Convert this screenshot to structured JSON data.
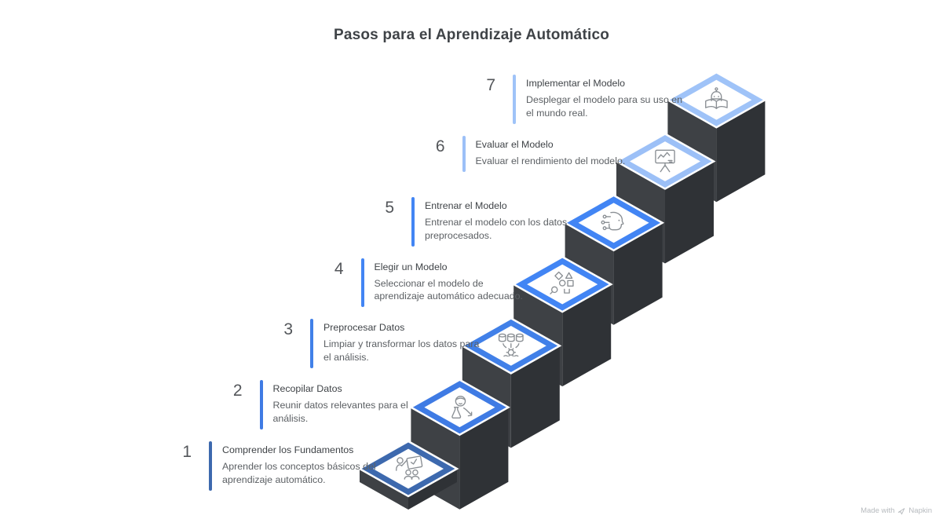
{
  "title": "Pasos para el Aprendizaje Automático",
  "footer": {
    "made_with": "Made with",
    "brand": "Napkin"
  },
  "colors": {
    "background": "#ffffff",
    "body_left": "#3e4145",
    "body_right": "#2f3236",
    "tile_fill": "#ffffff",
    "tile_outline": "#ffffff",
    "icon_stroke": "#8a8f94",
    "diagram_title_text": "#3f4347",
    "step_title_text": "#3f4347",
    "step_desc_text": "#5c6064",
    "number_text": "#53565a",
    "footer_text": "#b6babe"
  },
  "steps": [
    {
      "number": "1",
      "title": "Comprender los Fundamentos",
      "description": "Aprender los conceptos básicos del aprendizaje automático.",
      "accent": "#3d69ae",
      "icon": "teach-fundamentals-icon"
    },
    {
      "number": "2",
      "title": "Recopilar Datos",
      "description": "Reunir datos relevantes para el análisis.",
      "accent": "#3f7be4",
      "icon": "researcher-flask-icon"
    },
    {
      "number": "3",
      "title": "Preprocesar Datos",
      "description": "Limpiar y transformar los datos para el análisis.",
      "accent": "#4180e8",
      "icon": "data-preprocessing-icon"
    },
    {
      "number": "4",
      "title": "Elegir un Modelo",
      "description": "Seleccionar el modelo de aprendizaje automático adecuado.",
      "accent": "#4285f4",
      "icon": "model-shapes-icon"
    },
    {
      "number": "5",
      "title": "Entrenar el Modelo",
      "description": "Entrenar el modelo con los datos preprocesados.",
      "accent": "#4285f4",
      "icon": "ai-head-icon"
    },
    {
      "number": "6",
      "title": "Evaluar el Modelo",
      "description": "Evaluar el rendimiento del modelo.",
      "accent": "#9cc0f7",
      "icon": "chart-board-icon"
    },
    {
      "number": "7",
      "title": "Implementar el Modelo",
      "description": "Desplegar el modelo para su uso en el mundo real.",
      "accent": "#9fc3f8",
      "icon": "robot-book-icon"
    }
  ]
}
